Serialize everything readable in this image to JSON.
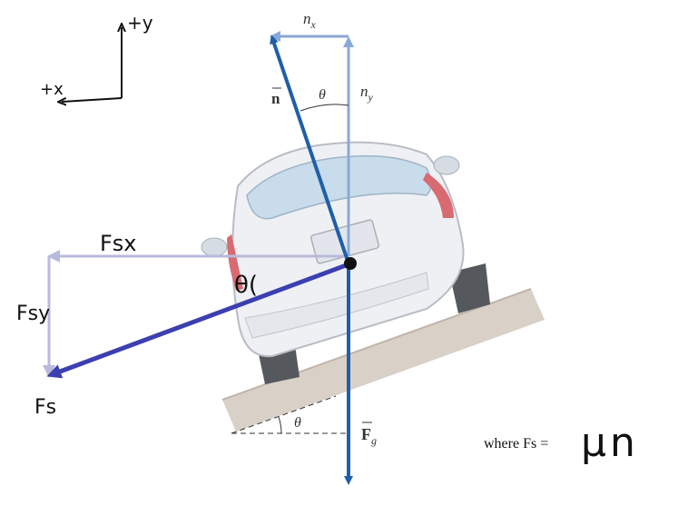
{
  "axes": {
    "plus_y": "+y",
    "plus_x": "+x"
  },
  "labels": {
    "nx": "n",
    "nx_sub": "x",
    "ny": "n",
    "ny_sub": "y",
    "n_vec": "n",
    "theta_top": "θ",
    "theta_bottom": "θ",
    "theta_car": "θ(",
    "Fsx": "Fsx",
    "Fsy": "Fsy",
    "Fs": "Fs",
    "Fg": "F",
    "Fg_sub": "g"
  },
  "equation": {
    "where": "where Fs =",
    "mu_n": "μn"
  },
  "colors": {
    "normal": "#1f5fa8",
    "normal_components": "#8aa8d6",
    "friction": "#3b3fb0",
    "friction_components": "#b9b9dc",
    "weight": "#1f5fa8",
    "ramp": "#d8cfc8"
  }
}
